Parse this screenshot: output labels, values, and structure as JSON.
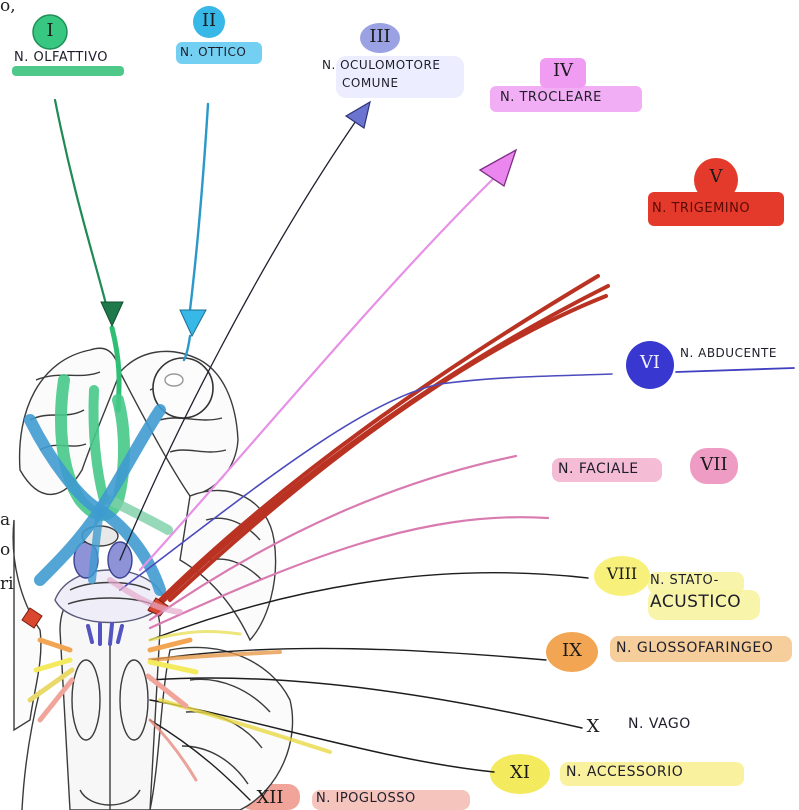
{
  "nerves": [
    {
      "id": "I",
      "numeral": "I",
      "name": "N. OLFATTIVO",
      "color": "#2fbf74"
    },
    {
      "id": "II",
      "numeral": "II",
      "name": "N. OTTICO",
      "color": "#37b8e6"
    },
    {
      "id": "III",
      "numeral": "III",
      "name": "N. OCULOMOTORE",
      "name_line2": "COMUNE",
      "color": "#7c86d6"
    },
    {
      "id": "IV",
      "numeral": "IV",
      "name": "N. TROCLEARE",
      "color": "#e58ce8"
    },
    {
      "id": "V",
      "numeral": "V",
      "name": "N. TRIGEMINO",
      "color": "#e43a2c"
    },
    {
      "id": "VI",
      "numeral": "VI",
      "name": "N. ABDUCENTE",
      "color": "#4242d4"
    },
    {
      "id": "VII",
      "numeral": "VII",
      "name": "N. FACIALE",
      "color": "#ef9cc4"
    },
    {
      "id": "VIII",
      "numeral": "VIII",
      "name": "N. STATO-",
      "name_line2": "ACUSTICO",
      "color": "#f2ee78"
    },
    {
      "id": "IX",
      "numeral": "IX",
      "name": "N. GLOSSOFARINGEO",
      "color": "#f2a654"
    },
    {
      "id": "X",
      "numeral": "X",
      "name": "N. VAGO",
      "color": "#222222"
    },
    {
      "id": "XI",
      "numeral": "XI",
      "name": "N. ACCESSORIO",
      "color": "#f4ea5e"
    },
    {
      "id": "XII",
      "numeral": "XII",
      "name": "N. IPOGLOSSO",
      "color": "#f0a49a"
    }
  ],
  "edge_fragments": {
    "top": "o,",
    "lines": [
      "a",
      "o",
      "ri"
    ]
  }
}
